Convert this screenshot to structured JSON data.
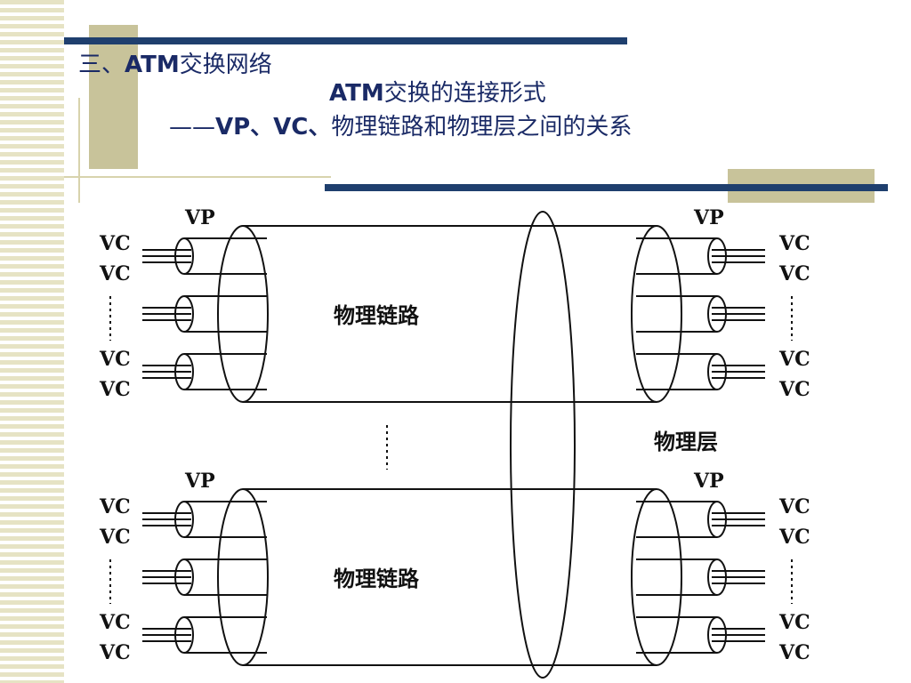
{
  "header": {
    "section_number": "三、",
    "section_atm": "ATM",
    "section_rest": "交换网络",
    "title_atm": "ATM",
    "title_rest": "交换的连接形式",
    "subtitle_dash": "——",
    "subtitle_bold": "VP、VC、",
    "subtitle_rest": "物理链路和物理层之间的关系"
  },
  "diagram": {
    "vp_label": "VP",
    "vc_label": "VC",
    "link_label": "物理链路",
    "layer_label": "物理层"
  }
}
